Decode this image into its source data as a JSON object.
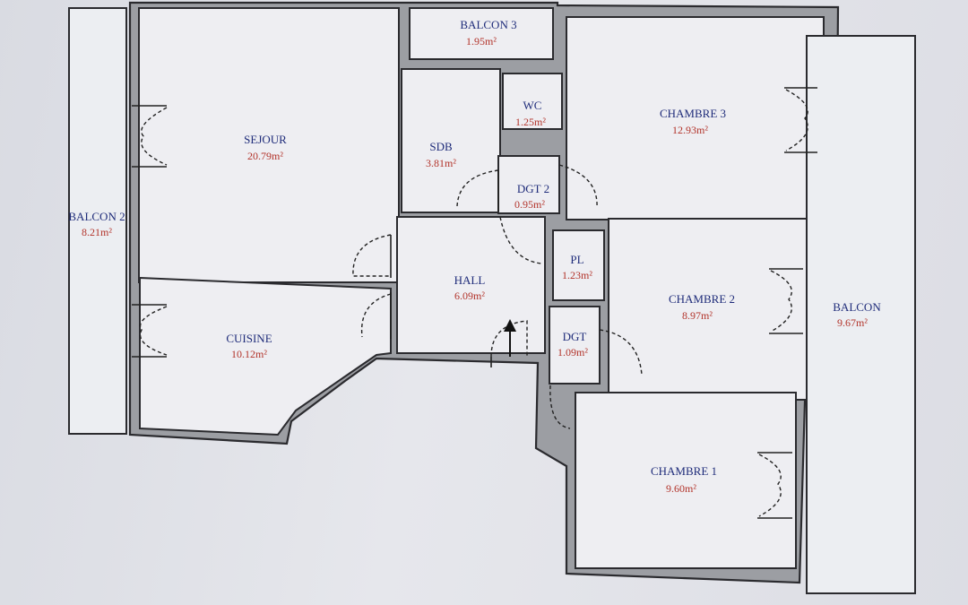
{
  "rooms": [
    {
      "name": "BALCON 3",
      "area": "1.95m²"
    },
    {
      "name": "SEJOUR",
      "area": "20.79m²"
    },
    {
      "name": "WC",
      "area": "1.25m²"
    },
    {
      "name": "CHAMBRE 3",
      "area": "12.93m²"
    },
    {
      "name": "SDB",
      "area": "3.81m²"
    },
    {
      "name": "DGT 2",
      "area": "0.95m²"
    },
    {
      "name": "BALCON 2",
      "area": "8.21m²"
    },
    {
      "name": "PL",
      "area": "1.23m²"
    },
    {
      "name": "HALL",
      "area": "6.09m²"
    },
    {
      "name": "CHAMBRE 2",
      "area": "8.97m²"
    },
    {
      "name": "BALCON",
      "area": "9.67m²"
    },
    {
      "name": "CUISINE",
      "area": "10.12m²"
    },
    {
      "name": "DGT",
      "area": "1.09m²"
    },
    {
      "name": "CHAMBRE 1",
      "area": "9.60m²"
    }
  ]
}
